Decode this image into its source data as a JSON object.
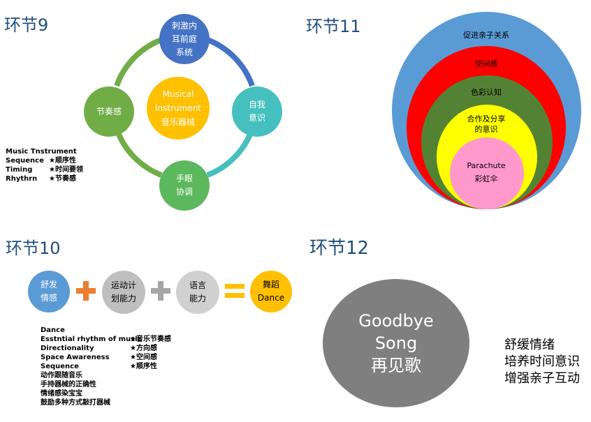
{
  "s9": {
    "title": "环节9",
    "top": [
      "刺激内",
      "耳前庭",
      "系统"
    ],
    "right": [
      "自我",
      "意识"
    ],
    "bottom": [
      "手眼",
      "协调"
    ],
    "left": "节奏感",
    "center": [
      "Musical",
      "Instrument",
      "音乐器械"
    ],
    "colors": {
      "top": "#4472c4",
      "right": "#46bfbf",
      "bottom": "#5cb85c",
      "left": "#70ad47",
      "center": "#ffc000"
    },
    "notes": {
      "heading": "Music Tnstrument",
      "rows": [
        {
          "en": "Sequence",
          "zh": "★顺序性"
        },
        {
          "en": "Timing",
          "zh": "★时间要领"
        },
        {
          "en": "Rhythrn",
          "zh": "★节奏感"
        }
      ]
    }
  },
  "s11": {
    "title": "环节11",
    "rings": [
      {
        "label": "促进亲子关系",
        "color": "#5b9bd5"
      },
      {
        "label": "空间感",
        "color": "#ff0000"
      },
      {
        "label": "色彩认知",
        "color": "#548235"
      },
      {
        "label": [
          "合作及分享",
          "的意识"
        ],
        "color": "#ffff00"
      },
      {
        "label": [
          "Parachute",
          "彩虹伞"
        ],
        "color": "#ff99cc"
      }
    ]
  },
  "s10": {
    "title": "环节10",
    "c1": [
      "舒发",
      "情感"
    ],
    "c2": [
      "运动计",
      "划能力"
    ],
    "c3": [
      "语言",
      "能力"
    ],
    "c4": [
      "舞蹈",
      "Dance"
    ],
    "colors": {
      "c1": "#5b9bd5",
      "c2": "#bfbfbf",
      "c3": "#bfbfbf",
      "c4": "#ffc000",
      "plus1": "#ed7d31",
      "plus2": "#a5a5a5",
      "equals": "#ffc000"
    },
    "notes": {
      "heading": "Dance",
      "rows": [
        {
          "en": "Esstntial rhythm of music",
          "zh": "★音乐节奏感"
        },
        {
          "en": "Directionality",
          "zh": "★方向感"
        },
        {
          "en": "Space Awareness",
          "zh": "★空间感"
        },
        {
          "en": "Sequence",
          "zh": "★顺序性"
        }
      ],
      "extra": [
        "动作跟随音乐",
        "手持器械的正确性",
        "情绪感染宝宝",
        "鼓励多种方式敲打器械"
      ]
    }
  },
  "s12": {
    "title": "环节12",
    "circle": [
      "Goodbye",
      "Song",
      "再见歌"
    ],
    "circle_color": "#7f7f7f",
    "points": [
      "舒缓情绪",
      "培养时间意识",
      "增强亲子互动"
    ]
  }
}
